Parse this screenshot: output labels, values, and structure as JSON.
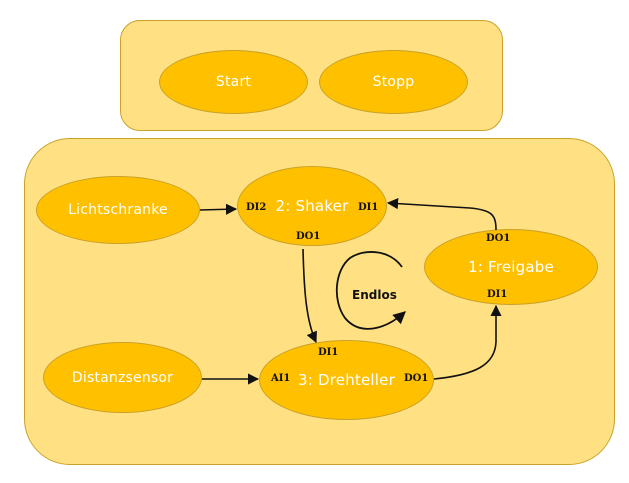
{
  "groups": {
    "controls": {
      "nodes": [
        {
          "id": "start",
          "label": "Start"
        },
        {
          "id": "stopp",
          "label": "Stopp"
        }
      ]
    },
    "process": {
      "nodes": [
        {
          "id": "lichtschranke",
          "label": "Lichtschranke"
        },
        {
          "id": "distanzsensor",
          "label": "Distanzsensor"
        },
        {
          "id": "shaker",
          "label": "2: Shaker",
          "ports": {
            "left": "DI2",
            "right": "DI1",
            "bottom": "DO1"
          }
        },
        {
          "id": "freigabe",
          "label": "1: Freigabe",
          "ports": {
            "top": "DO1",
            "bottom": "DI1"
          }
        },
        {
          "id": "drehteller",
          "label": "3: Drehteller",
          "ports": {
            "top": "DI1",
            "left": "AI1",
            "right": "DO1"
          }
        }
      ],
      "loop_label": "Endlos"
    }
  },
  "edges": [
    {
      "from": "lichtschranke",
      "to": "shaker.DI2"
    },
    {
      "from": "freigabe.DO1",
      "to": "shaker.DI1"
    },
    {
      "from": "shaker.DO1",
      "to": "drehteller.DI1"
    },
    {
      "from": "distanzsensor",
      "to": "drehteller.AI1"
    },
    {
      "from": "drehteller.DO1",
      "to": "freigabe.DI1"
    }
  ],
  "colors": {
    "group_fill": "#ffe083",
    "group_border": "#c9a227",
    "node_fill": "#ffc000",
    "node_text": "#ffffff",
    "port_text": "#111111"
  }
}
